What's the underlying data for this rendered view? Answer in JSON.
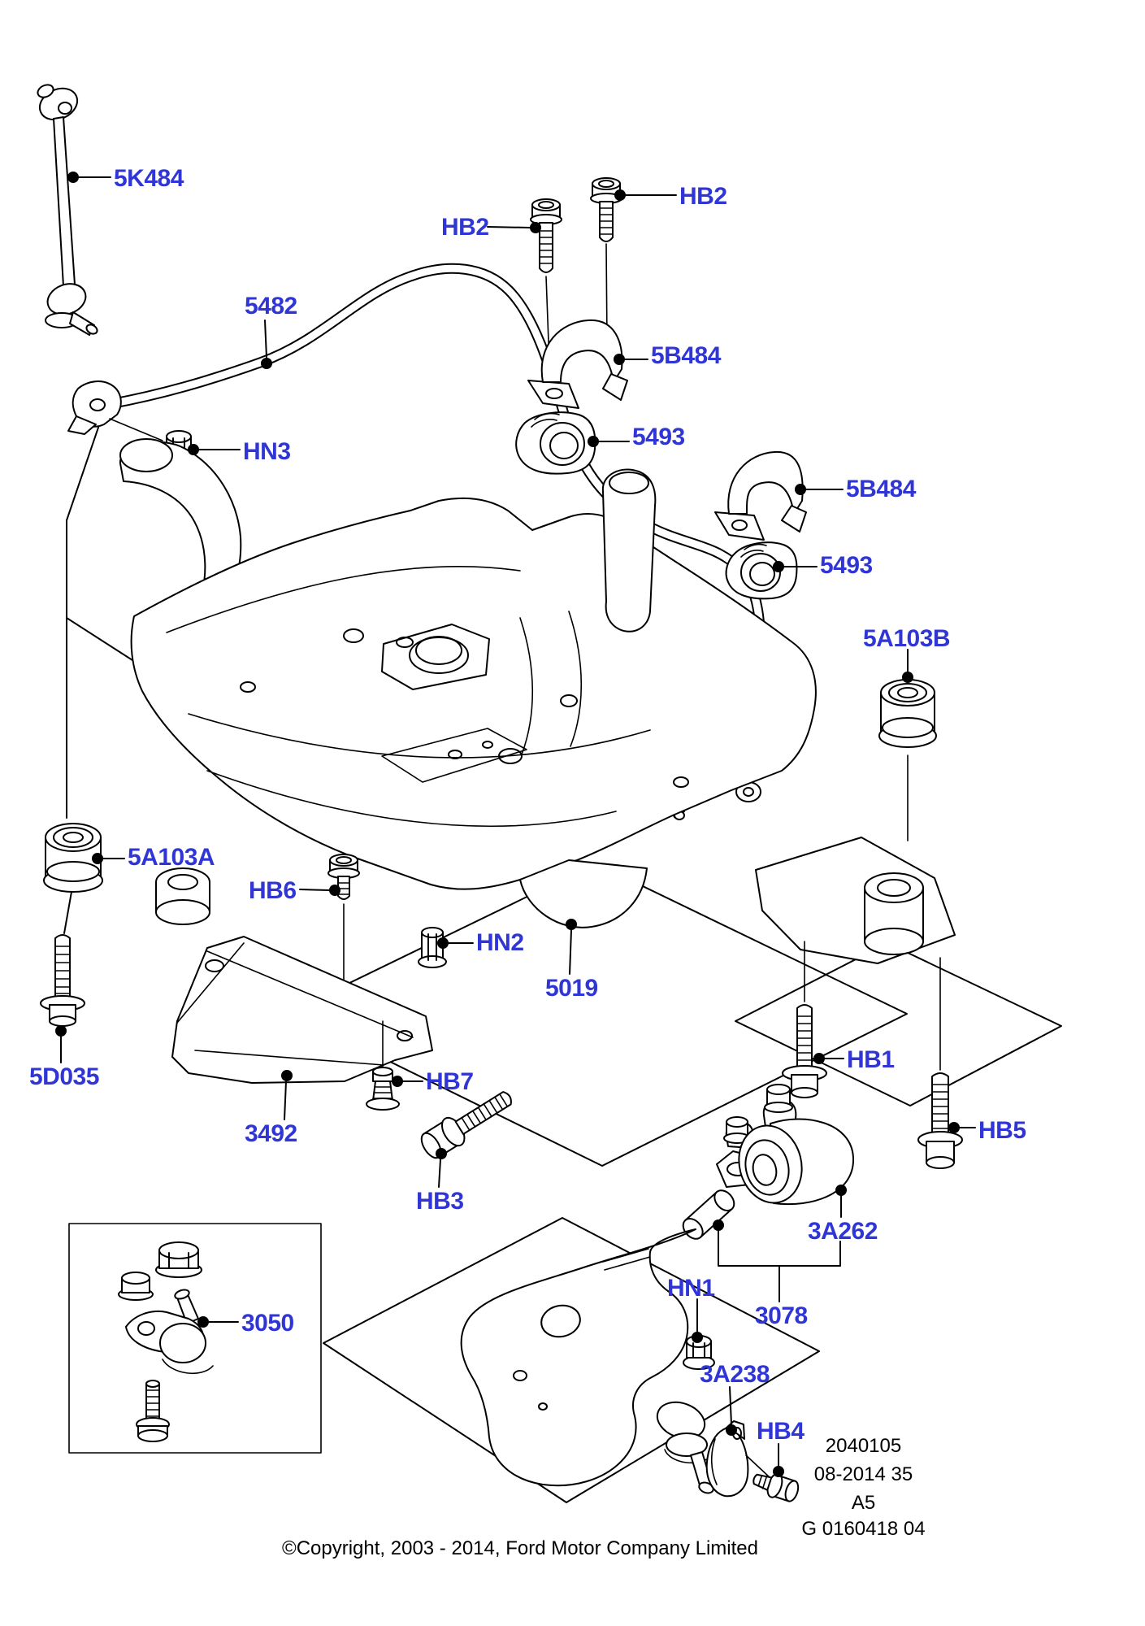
{
  "labels": {
    "l5K484": "5K484",
    "lHB2a": "HB2",
    "lHB2b": "HB2",
    "l5482": "5482",
    "l5B484a": "5B484",
    "l5493a": "5493",
    "lHN3": "HN3",
    "l5B484b": "5B484",
    "l5493b": "5493",
    "l5A103B": "5A103B",
    "l5A103A": "5A103A",
    "lHB6": "HB6",
    "lHN2": "HN2",
    "l5019": "5019",
    "lHB1": "HB1",
    "l5D035": "5D035",
    "lHB7": "HB7",
    "l3492": "3492",
    "lHB5": "HB5",
    "lHB3": "HB3",
    "l3A262": "3A262",
    "lHN1": "HN1",
    "l3050": "3050",
    "l3078": "3078",
    "l3A238": "3A238",
    "lHB4": "HB4"
  },
  "info_block": {
    "part_number": "2040105",
    "date_code": "08-2014 35",
    "sheet": "A5",
    "drawing_code": "G 0160418 04"
  },
  "footer": {
    "copyright": "©Copyright, 2003 - 2014, Ford Motor Company Limited"
  },
  "colors": {
    "label_blue": "#3036d6",
    "line_black": "#000000",
    "background": "#ffffff"
  }
}
